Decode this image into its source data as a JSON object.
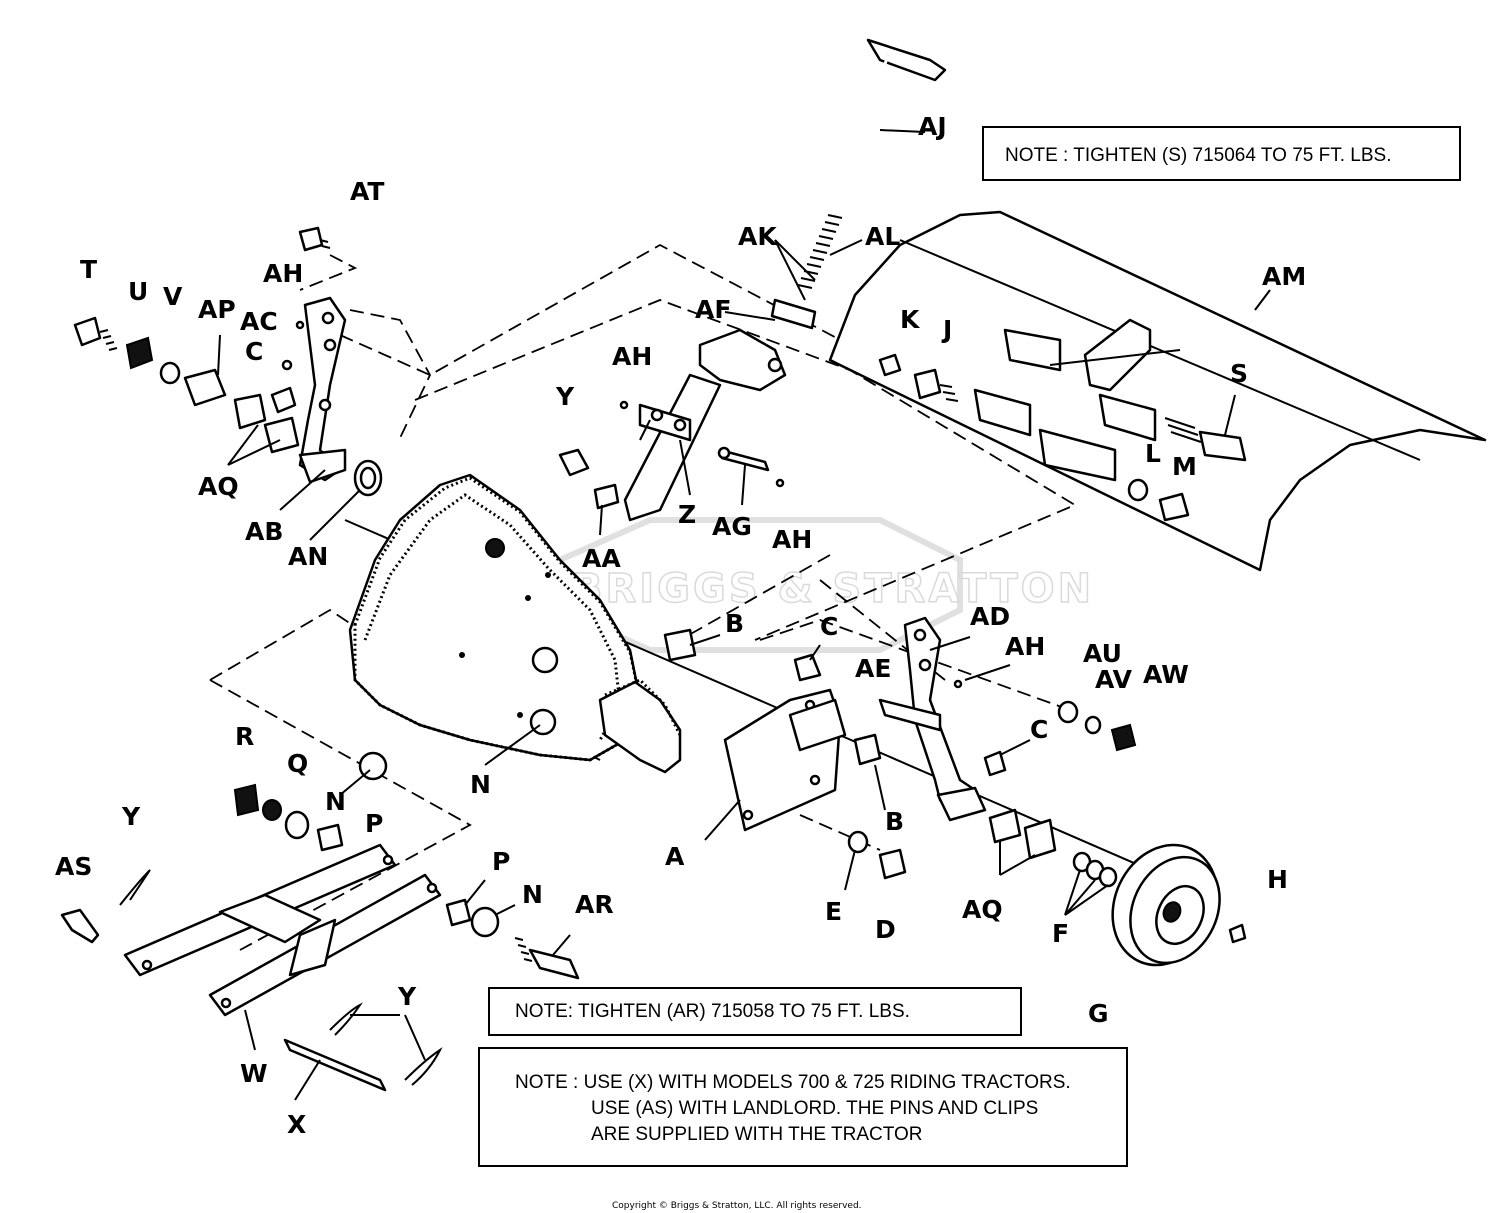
{
  "callouts": {
    "A": "A",
    "AA": "AA",
    "AB": "AB",
    "AC": "AC",
    "AD": "AD",
    "AE": "AE",
    "AF": "AF",
    "AG": "AG",
    "AH": "AH",
    "AJ": "AJ",
    "AK": "AK",
    "AL": "AL",
    "AM": "AM",
    "AN": "AN",
    "AP": "AP",
    "AQ": "AQ",
    "AR": "AR",
    "AS": "AS",
    "AT": "AT",
    "AU": "AU",
    "AV": "AV",
    "AW": "AW",
    "B": "B",
    "C": "C",
    "D": "D",
    "E": "E",
    "F": "F",
    "G": "G",
    "H": "H",
    "J": "J",
    "K": "K",
    "L": "L",
    "M": "M",
    "N": "N",
    "P": "P",
    "Q": "Q",
    "R": "R",
    "S": "S",
    "T": "T",
    "U": "U",
    "V": "V",
    "W": "W",
    "X": "X",
    "Y": "Y",
    "Z": "Z"
  },
  "notes": {
    "tighten_s": "NOTE : TIGHTEN (S) 715064 TO 75 FT. LBS.",
    "tighten_ar": "NOTE: TIGHTEN (AR) 715058 TO 75 FT. LBS.",
    "usage_line1": "NOTE : USE (X) WITH MODELS 700 & 725 RIDING TRACTORS.",
    "usage_line2": "USE (AS) WITH LANDLORD.   THE PINS AND CLIPS",
    "usage_line3": "ARE SUPPLIED WITH THE TRACTOR"
  },
  "watermark": "BRIGGS & STRATTON",
  "copyright": "Copyright © Briggs & Stratton, LLC. All rights reserved."
}
